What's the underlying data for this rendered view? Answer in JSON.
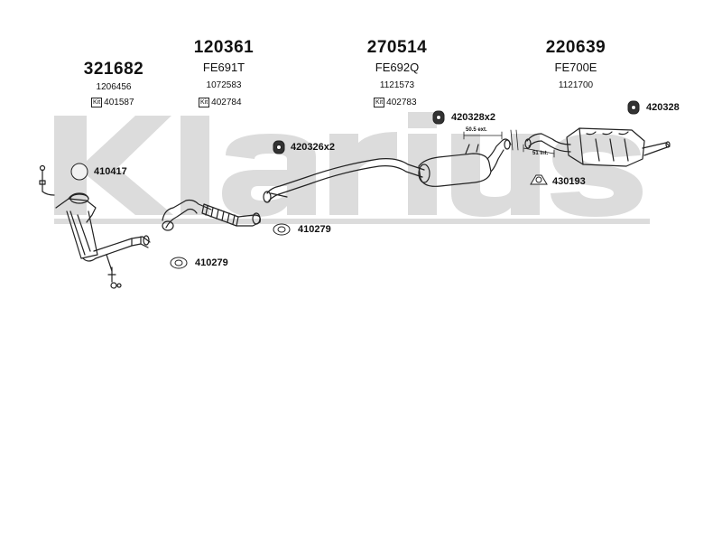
{
  "brand": {
    "watermark_text": "Klarius",
    "watermark_color": "#dcdcdc"
  },
  "parts": [
    {
      "part_no": "321682",
      "oe_code": "",
      "ref": "1206456",
      "kit": "401587"
    },
    {
      "part_no": "120361",
      "oe_code": "FE691T",
      "ref": "1072583",
      "kit": "402784"
    },
    {
      "part_no": "270514",
      "oe_code": "FE692Q",
      "ref": "1121573",
      "kit": "402783"
    },
    {
      "part_no": "220639",
      "oe_code": "FE700E",
      "ref": "1121700",
      "kit": ""
    }
  ],
  "kit_icon_label": "Kit",
  "fittings": [
    {
      "label": "410417",
      "icon": "rubber-ring-icon"
    },
    {
      "label": "420326x2",
      "icon": "rubber-hanger-icon"
    },
    {
      "label": "410279",
      "icon": "gasket-icon"
    },
    {
      "label": "410279",
      "icon": "gasket-icon"
    },
    {
      "label": "420328x2",
      "icon": "rubber-hanger-icon"
    },
    {
      "label": "420328",
      "icon": "rubber-hanger-icon"
    },
    {
      "label": "430193",
      "icon": "clamp-icon"
    }
  ],
  "dimensions": [
    {
      "label": "50.5 ext."
    },
    {
      "label": "51 int."
    }
  ]
}
